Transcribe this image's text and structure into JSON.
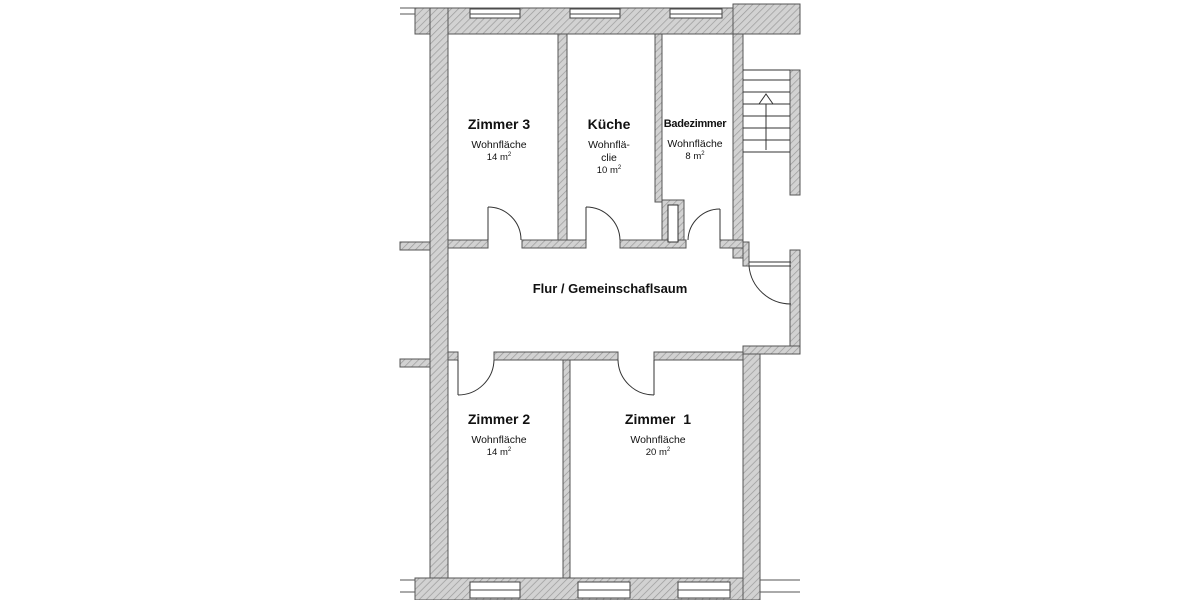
{
  "colors": {
    "wall_fill": "#cfcfcf",
    "wall_stroke": "#555555",
    "line": "#333333",
    "background": "#ffffff"
  },
  "rooms": {
    "zimmer3": {
      "name": "Zimmer 3",
      "sub": "Wohnfläche",
      "area": "14 m",
      "unit_sup": "2"
    },
    "kueche": {
      "name": "Küche",
      "sub1": "Wohnflä-",
      "sub2": "clie",
      "area": "10 m",
      "unit_sup": "2"
    },
    "badezimmer": {
      "name": "Badezimmer",
      "sub": "Wohnfläche",
      "area": "8 m",
      "unit_sup": "2"
    },
    "flur": {
      "name": "Flur / Gemeinschaflsaum"
    },
    "zimmer2": {
      "name": "Zimmer 2",
      "sub": "Wohnfläche",
      "area": "14 m",
      "unit_sup": "2"
    },
    "zimmer1": {
      "name": "Zimmer  1",
      "sub": "Wohnfläche",
      "area": "20 m",
      "unit_sup": "2"
    }
  },
  "icons": {
    "stair_arrow": "arrow-up-icon"
  }
}
